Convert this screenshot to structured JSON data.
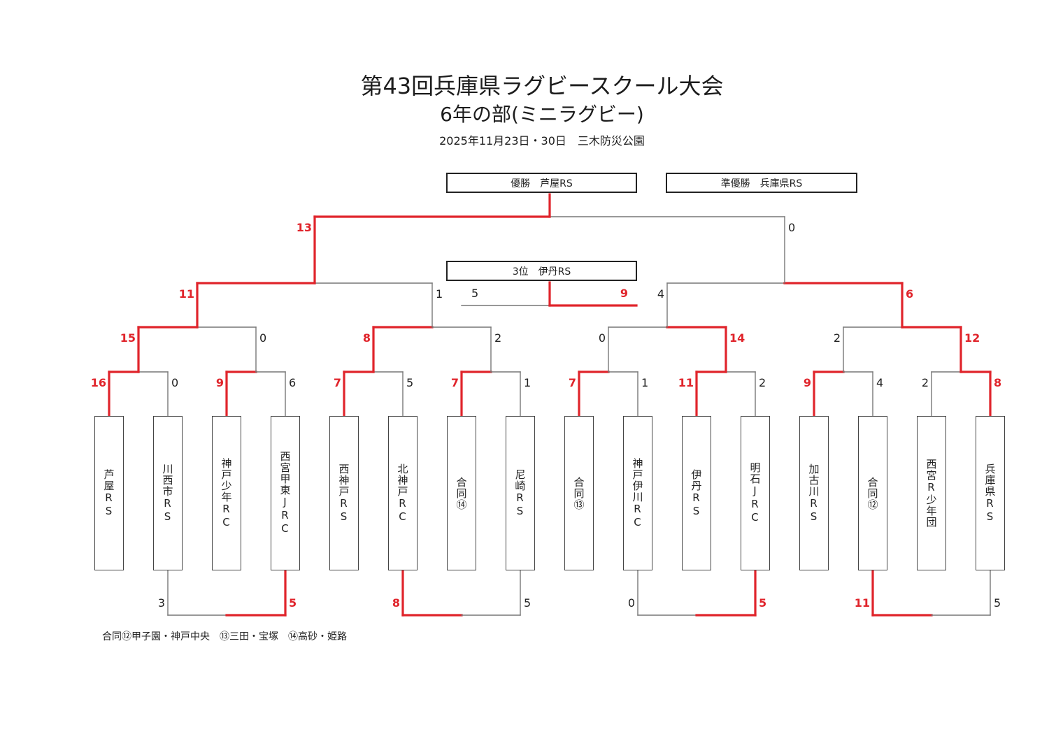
{
  "header": {
    "title": "第43回兵庫県ラグビースクール大会",
    "subtitle": "6年の部(ミニラグビー)",
    "date_venue": "2025年11月23日・30日　三木防災公園"
  },
  "results": {
    "champion": "優勝　芦屋RS",
    "runner_up": "準優勝　兵庫県RS",
    "third": "3位　伊丹RS"
  },
  "colors": {
    "winner_line": "#e0242b",
    "loser_line": "#777777"
  },
  "teams": [
    "芦屋RS",
    "川西市RS",
    "神戸少年RC",
    "西宮甲東JRC",
    "西神戸RS",
    "北神戸RC",
    "合同⑭",
    "尼崎RS",
    "合同⑬",
    "神戸伊川RC",
    "伊丹RS",
    "明石JRC",
    "加古川RS",
    "合同⑫",
    "西宮R少年団",
    "兵庫県RS"
  ],
  "matches": {
    "round1": [
      {
        "home": "芦屋RS",
        "away": "川西市RS",
        "scores": [
          16,
          0
        ],
        "winner": 0
      },
      {
        "home": "神戸少年RC",
        "away": "西宮甲東JRC",
        "scores": [
          9,
          6
        ],
        "winner": 0
      },
      {
        "home": "西神戸RS",
        "away": "北神戸RC",
        "scores": [
          7,
          5
        ],
        "winner": 0
      },
      {
        "home": "合同⑭",
        "away": "尼崎RS",
        "scores": [
          7,
          1
        ],
        "winner": 0
      },
      {
        "home": "合同⑬",
        "away": "神戸伊川RC",
        "scores": [
          7,
          1
        ],
        "winner": 0
      },
      {
        "home": "伊丹RS",
        "away": "明石JRC",
        "scores": [
          11,
          2
        ],
        "winner": 0
      },
      {
        "home": "加古川RS",
        "away": "合同⑫",
        "scores": [
          9,
          4
        ],
        "winner": 0
      },
      {
        "home": "西宮R少年団",
        "away": "兵庫県RS",
        "scores": [
          2,
          8
        ],
        "winner": 1
      }
    ],
    "round2": [
      {
        "scores": [
          15,
          0
        ],
        "winner": 0
      },
      {
        "scores": [
          8,
          2
        ],
        "winner": 0
      },
      {
        "scores": [
          0,
          14
        ],
        "winner": 1
      },
      {
        "scores": [
          2,
          12
        ],
        "winner": 1
      }
    ],
    "semifinal": [
      {
        "scores": [
          11,
          1
        ],
        "winner": 0
      },
      {
        "scores": [
          4,
          6
        ],
        "winner": 1
      }
    ],
    "final": {
      "scores": [
        13,
        0
      ],
      "winner": 0
    },
    "third_place": {
      "scores": [
        5,
        9
      ],
      "winner": 1
    },
    "consolation": [
      {
        "scores": [
          3,
          5
        ],
        "winner": 1
      },
      {
        "scores": [
          8,
          5
        ],
        "winner": 0
      },
      {
        "scores": [
          0,
          5
        ],
        "winner": 1
      },
      {
        "scores": [
          11,
          5
        ],
        "winner": 0
      }
    ]
  },
  "footnote": "合同⑫甲子園・神戸中央　⑬三田・宝塚　⑭高砂・姫路"
}
